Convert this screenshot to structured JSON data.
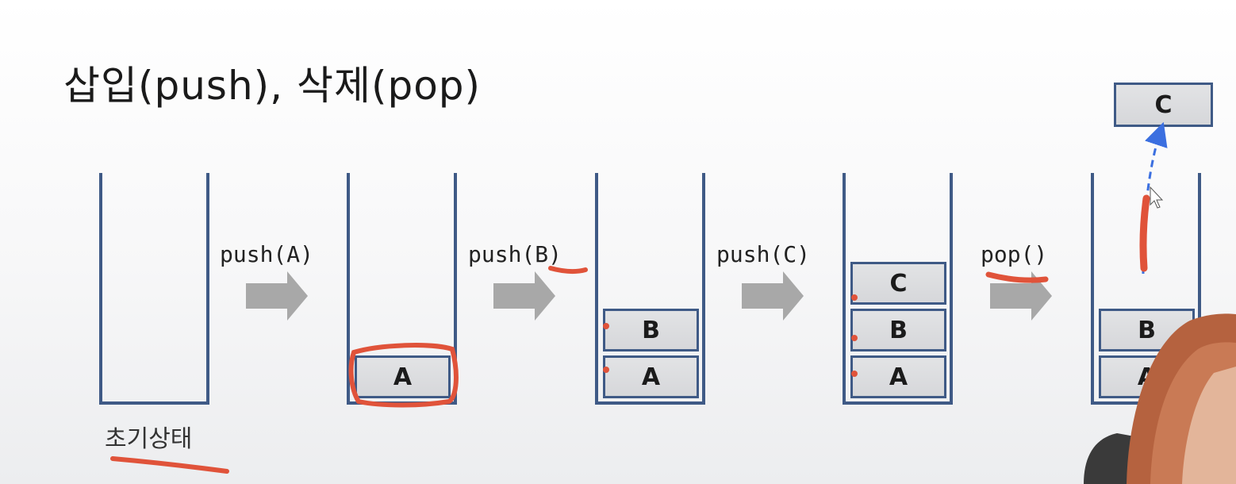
{
  "title": "삽입(push), 삭제(pop)",
  "caption": "초기상태",
  "operations": [
    "push(A)",
    "push(B)",
    "push(C)",
    "pop()"
  ],
  "stacks": [
    {
      "items": []
    },
    {
      "items": [
        "A"
      ]
    },
    {
      "items": [
        "A",
        "B"
      ]
    },
    {
      "items": [
        "A",
        "B",
        "C"
      ]
    },
    {
      "items": [
        "A",
        "B"
      ]
    }
  ],
  "popped_item": "C",
  "colors": {
    "stack_border": "#3f5a86",
    "arrow": "#a8a8a8",
    "annotation": "#e0533a",
    "pop_arrow": "#3b6fe0"
  }
}
